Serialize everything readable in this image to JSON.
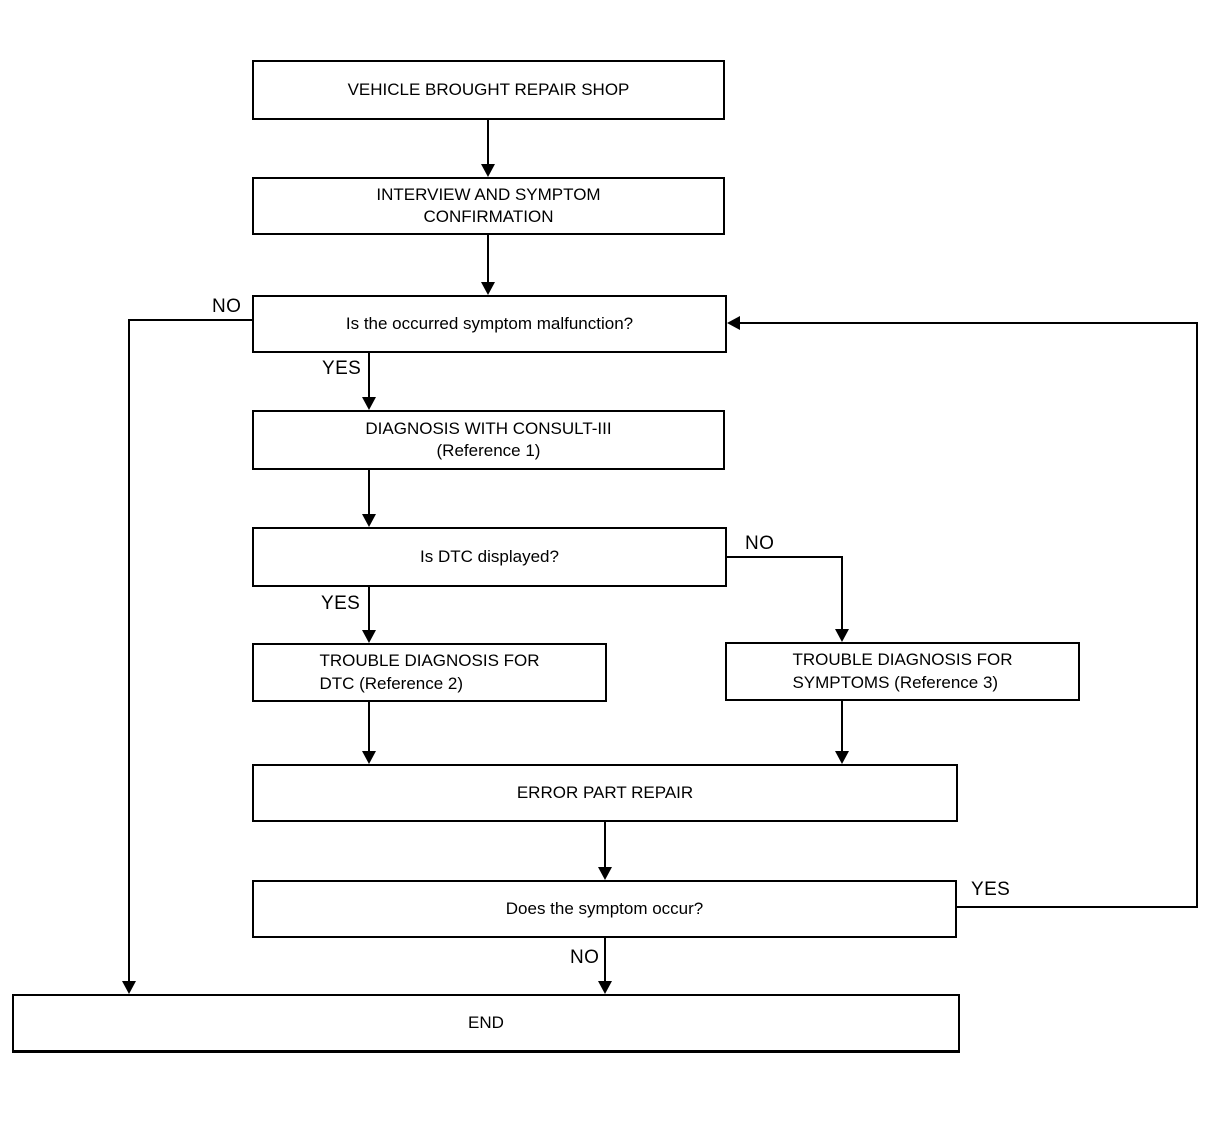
{
  "diagram": {
    "nodes": {
      "vehicle_brought_repair_shop": "VEHICLE BROUGHT REPAIR SHOP",
      "interview_symptom_confirmation": "INTERVIEW AND SYMPTOM\nCONFIRMATION",
      "symptom_malfunction_question": "Is the occurred symptom malfunction?",
      "diagnosis_consult_iii": "DIAGNOSIS WITH CONSULT-III\n(Reference 1)",
      "dtc_displayed_question": "Is DTC displayed?",
      "trouble_diagnosis_dtc": "TROUBLE DIAGNOSIS FOR\nDTC (Reference 2)",
      "trouble_diagnosis_symptoms": "TROUBLE DIAGNOSIS FOR\nSYMPTOMS (Reference 3)",
      "error_part_repair": "ERROR PART REPAIR",
      "symptom_occur_question": "Does the symptom occur?",
      "end": "END"
    },
    "edge_labels": {
      "malfunction_no": "NO",
      "malfunction_yes": "YES",
      "dtc_yes": "YES",
      "dtc_no": "NO",
      "symptom_occur_yes": "YES",
      "symptom_occur_no": "NO"
    },
    "colors": {
      "line": "#000000",
      "text": "#000000",
      "background": "#ffffff",
      "box_fill": "#ffffff"
    }
  }
}
